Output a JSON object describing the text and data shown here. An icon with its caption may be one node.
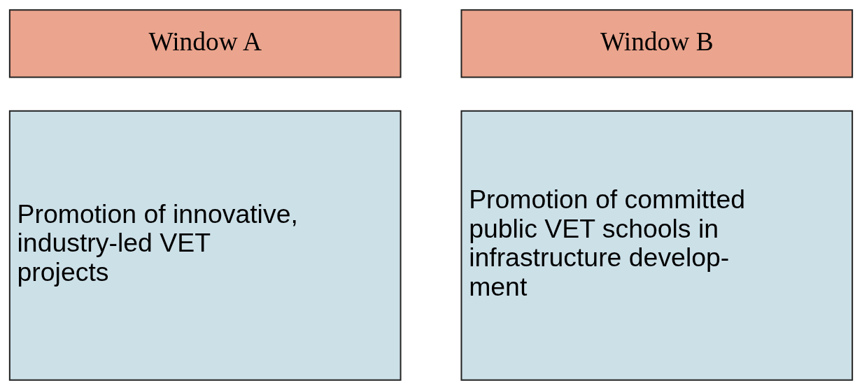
{
  "diagram": {
    "nodes": [
      {
        "text": [
          "Window A"
        ]
      },
      {
        "text": [
          "Window B"
        ]
      },
      {
        "text": [
          "Promotion of innovative, industry-led VET projects"
        ]
      },
      {
        "text": [
          "Promotion of committed public VET schools in infrastructure develop- ment"
        ]
      }
    ]
  }
}
